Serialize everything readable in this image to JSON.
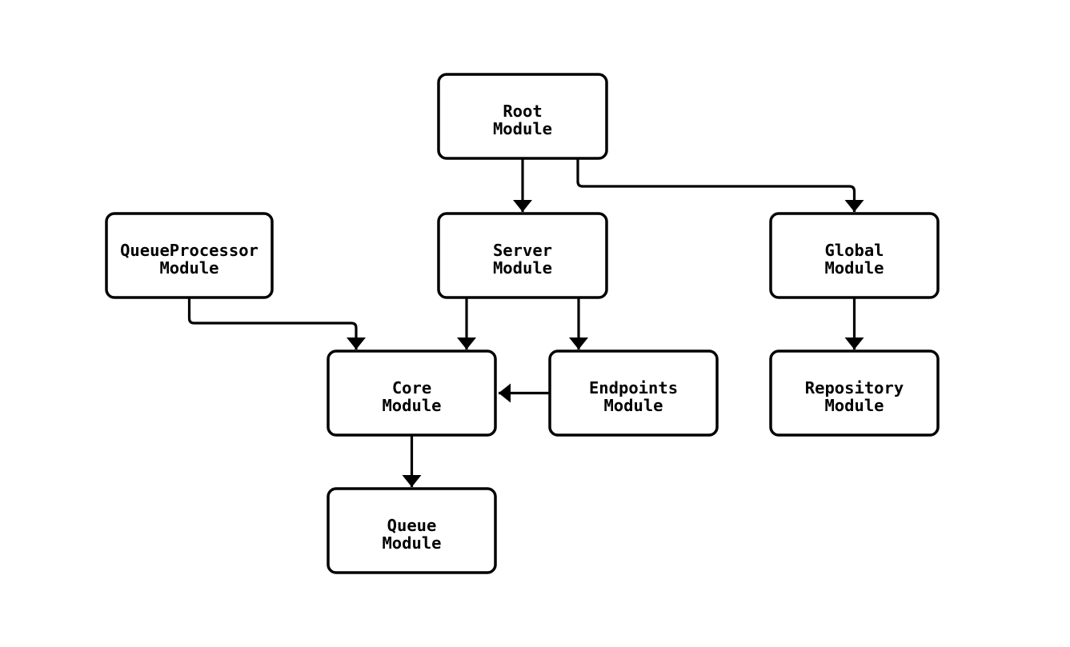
{
  "diagram": {
    "type": "module-dependency-flowchart",
    "colors": {
      "background": "#ffffff",
      "node_fill": "#ffffff",
      "node_stroke": "#000000",
      "edge_stroke": "#000000",
      "text": "#000000"
    },
    "nodes": [
      {
        "id": "root",
        "label": "Root",
        "sublabel": "Module"
      },
      {
        "id": "queue_processor",
        "label": "QueueProcessor",
        "sublabel": "Module"
      },
      {
        "id": "server",
        "label": "Server",
        "sublabel": "Module"
      },
      {
        "id": "global",
        "label": "Global",
        "sublabel": "Module"
      },
      {
        "id": "core",
        "label": "Core",
        "sublabel": "Module"
      },
      {
        "id": "endpoints",
        "label": "Endpoints",
        "sublabel": "Module"
      },
      {
        "id": "repository",
        "label": "Repository",
        "sublabel": "Module"
      },
      {
        "id": "queue",
        "label": "Queue",
        "sublabel": "Module"
      }
    ],
    "edges": [
      {
        "from": "Root Module",
        "to": "Server Module"
      },
      {
        "from": "Root Module",
        "to": "Global Module"
      },
      {
        "from": "QueueProcessor Module",
        "to": "Core Module"
      },
      {
        "from": "Server Module",
        "to": "Core Module"
      },
      {
        "from": "Server Module",
        "to": "Endpoints Module"
      },
      {
        "from": "Endpoints Module",
        "to": "Core Module"
      },
      {
        "from": "Global Module",
        "to": "Repository Module"
      },
      {
        "from": "Core Module",
        "to": "Queue Module"
      }
    ]
  }
}
